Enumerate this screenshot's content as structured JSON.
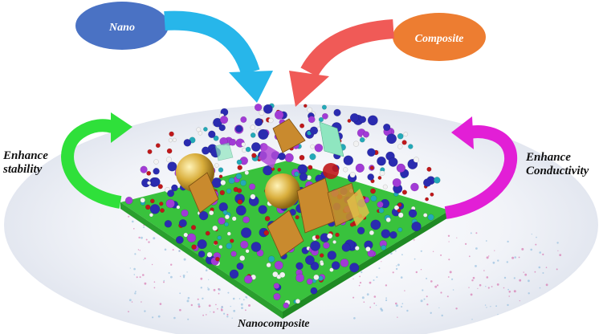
{
  "diagram": {
    "inputs": [
      {
        "label": "Nano",
        "color": "#4a72c4"
      },
      {
        "label": "Composite",
        "color": "#ed7d31"
      }
    ],
    "side_labels": {
      "left": [
        "Enhance",
        "stability"
      ],
      "right": [
        "Enhance",
        "Conductivity"
      ]
    },
    "center_label": "Nanocomposite",
    "colors": {
      "nano_arrow": "#27b6ea",
      "composite_arrow": "#f05a57",
      "stability_arrow": "#2fe03a",
      "conductivity_arrow": "#e21fd6",
      "sheet": "#39c23d",
      "particle_blue": "#2a2bb0",
      "particle_purple": "#a23bd6",
      "particle_red": "#c0181a",
      "particle_white": "#f2f2f2",
      "particle_teal": "#23a9b8",
      "crystal": "#c98a2e",
      "sphere_gold": "#d9ae3c",
      "crystal_mint": "#8fe6c0"
    }
  }
}
